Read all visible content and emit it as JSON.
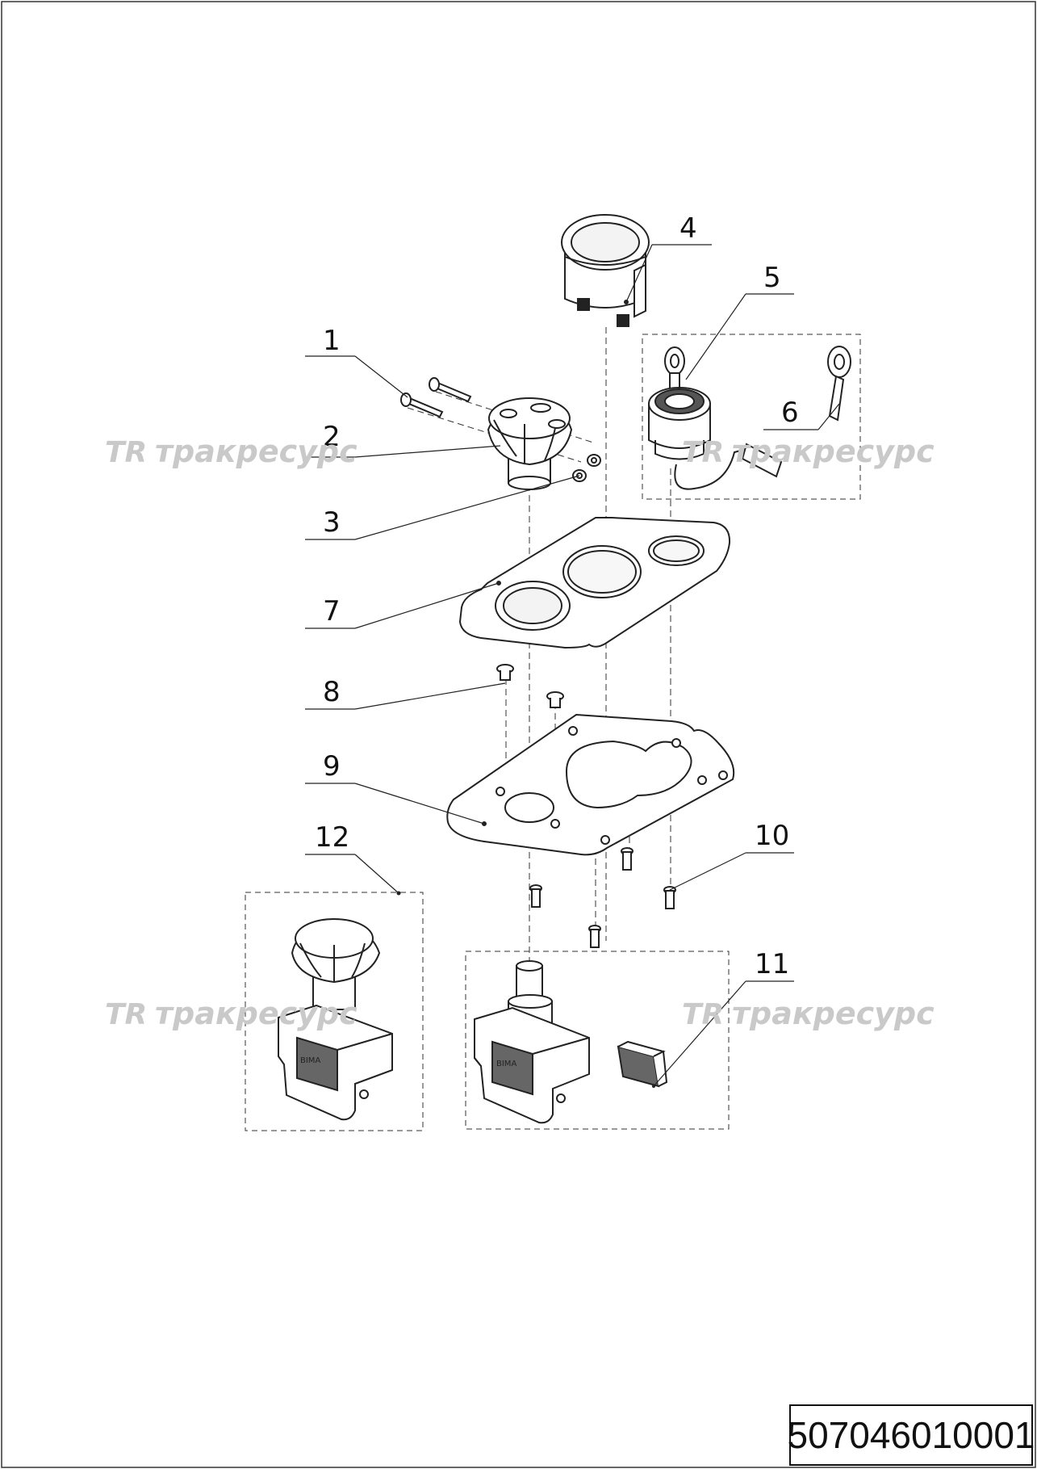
{
  "drawing": {
    "callouts": {
      "c1": "1",
      "c2": "2",
      "c3": "3",
      "c4": "4",
      "c5": "5",
      "c6": "6",
      "c7": "7",
      "c8": "8",
      "c9": "9",
      "c10": "10",
      "c11": "11",
      "c12": "12"
    },
    "watermark": {
      "logo": "TR",
      "text": "тракресурс"
    },
    "switch_brand": "BIMA",
    "document_number": "507046010001"
  }
}
